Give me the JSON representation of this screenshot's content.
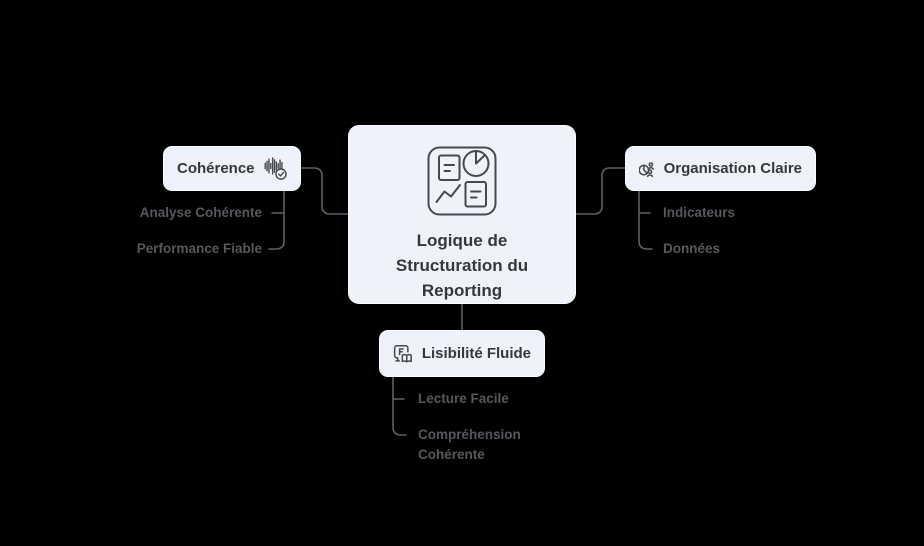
{
  "diagram": {
    "center": {
      "title": "Logique de Structuration du Reporting",
      "icon": "report-dashboard-icon"
    },
    "branches": [
      {
        "id": "coherence",
        "label": "Cohérence",
        "icon": "waveform-check-icon",
        "side": "left",
        "children": [
          "Analyse Cohérente",
          "Performance Fiable"
        ]
      },
      {
        "id": "organisation-claire",
        "label": "Organisation Claire",
        "icon": "pie-chart-people-icon",
        "side": "right",
        "children": [
          "Indicateurs",
          "Données"
        ]
      },
      {
        "id": "lisibilite-fluide",
        "label": "Lisibilité Fluide",
        "icon": "font-board-book-icon",
        "side": "bottom",
        "children": [
          "Lecture Facile",
          "Compréhension Cohérente"
        ]
      }
    ],
    "colors": {
      "background": "#000000",
      "node_fill": "#edf2fb",
      "node_border": "#fbfcff",
      "title_text": "#35383e",
      "child_text": "#56585d",
      "connector": "#5c6065",
      "icon_stroke": "#454a52"
    }
  }
}
